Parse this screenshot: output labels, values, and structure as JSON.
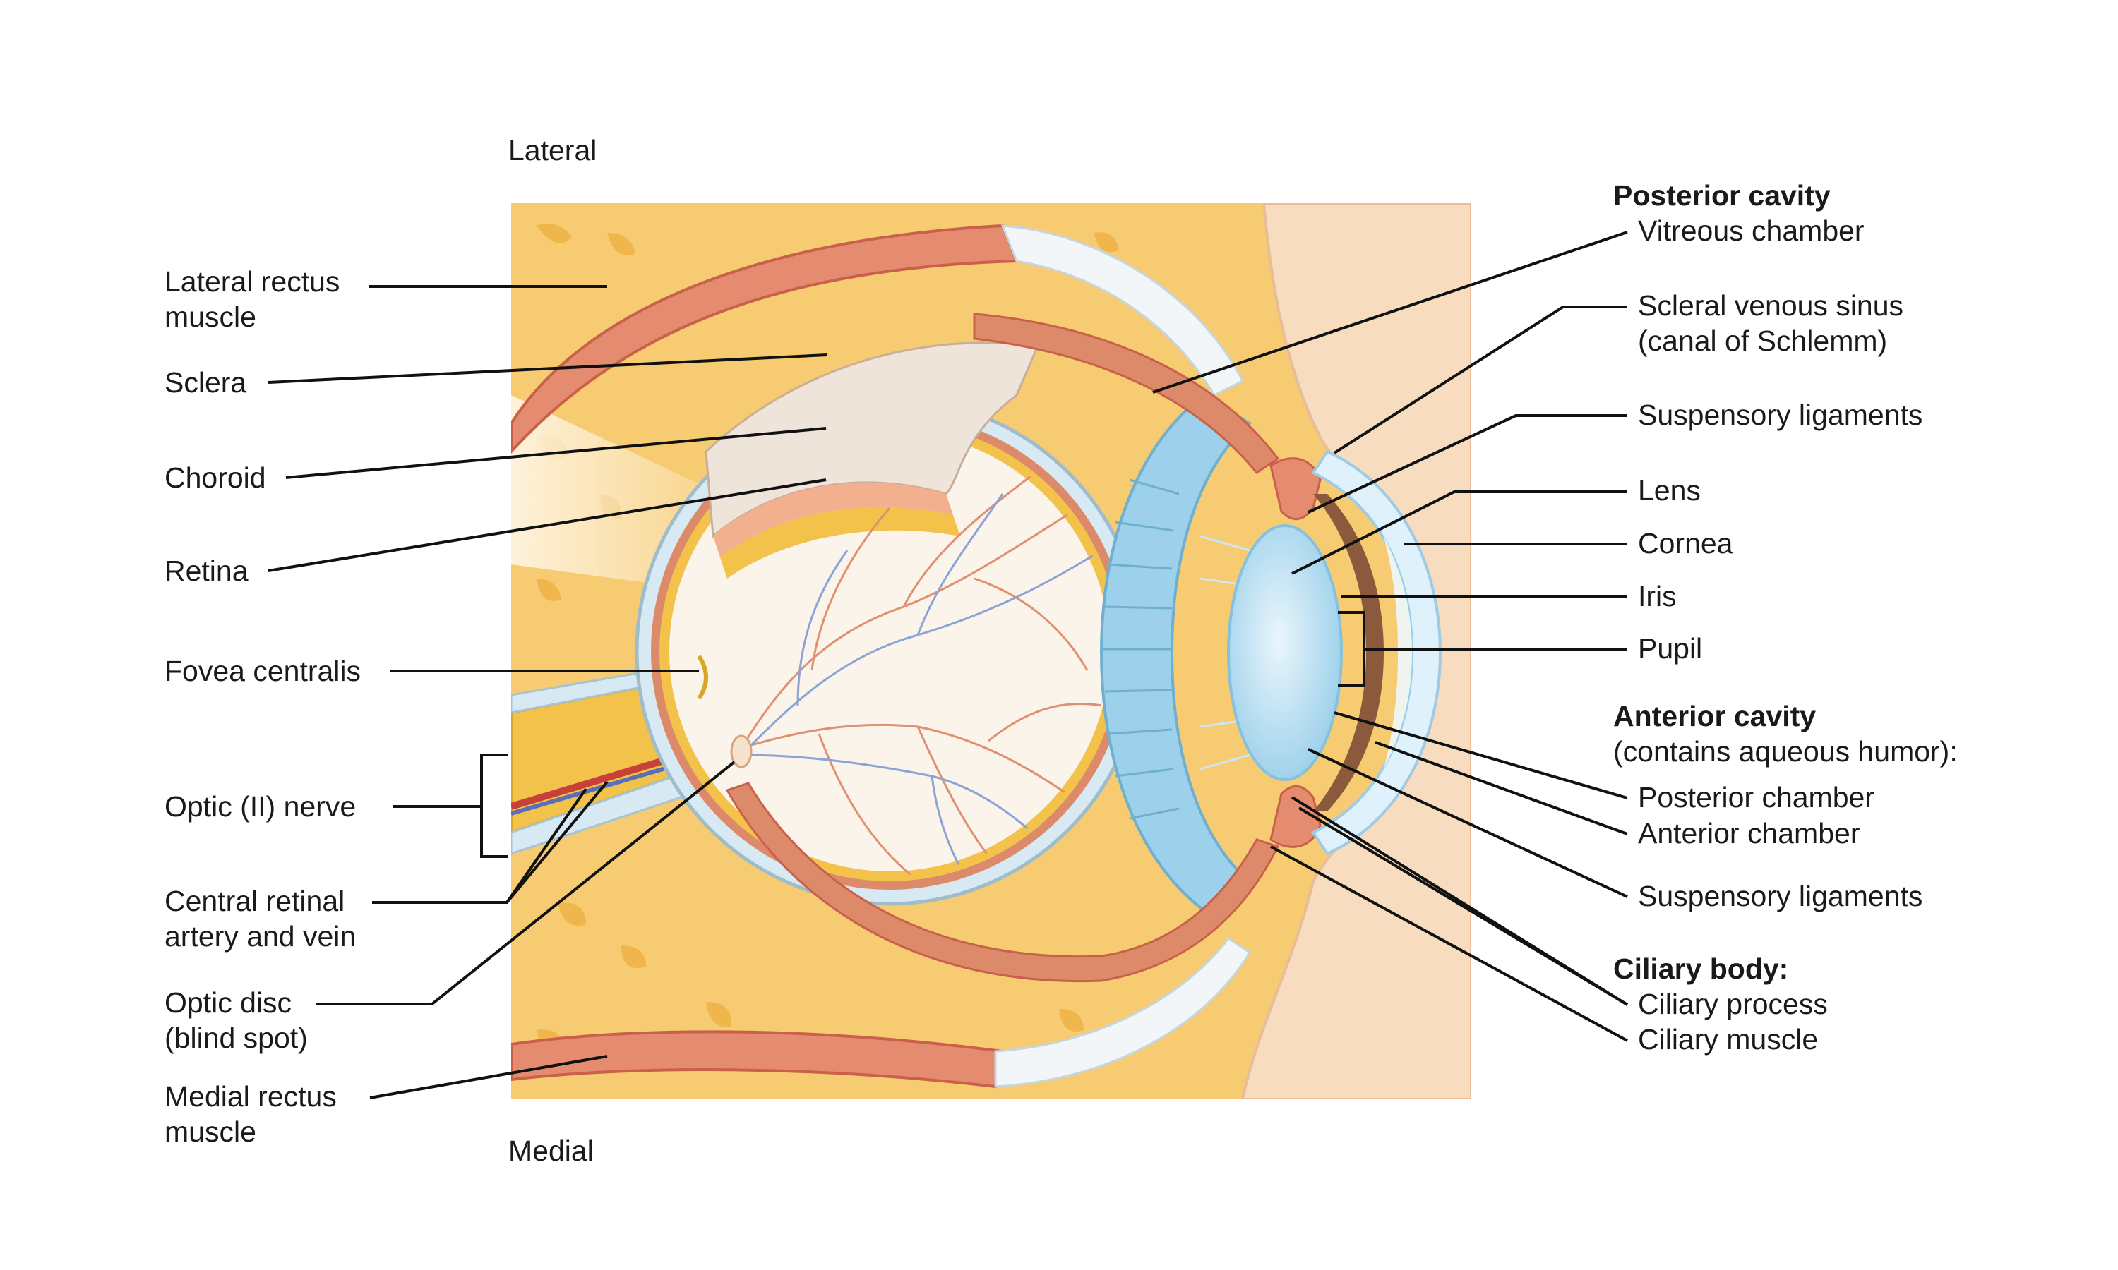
{
  "orientation": {
    "top": "Lateral",
    "bottom": "Medial"
  },
  "left_labels": {
    "lateral_rectus": [
      "Lateral rectus",
      "muscle"
    ],
    "sclera": "Sclera",
    "choroid": "Choroid",
    "retina": "Retina",
    "fovea": "Fovea centralis",
    "optic_nerve": "Optic (II) nerve",
    "central_retinal": [
      "Central retinal",
      "artery and vein"
    ],
    "optic_disc": [
      "Optic disc",
      "(blind spot)"
    ],
    "medial_rectus": [
      "Medial rectus",
      "muscle"
    ]
  },
  "right_labels": {
    "posterior_cavity": {
      "heading": "Posterior cavity",
      "vitreous": "Vitreous chamber"
    },
    "scleral_sinus": [
      "Scleral venous sinus",
      "(canal of Schlemm)"
    ],
    "suspensory_upper": "Suspensory ligaments",
    "lens": "Lens",
    "cornea": "Cornea",
    "iris": "Iris",
    "pupil": "Pupil",
    "anterior_cavity": {
      "heading": "Anterior cavity",
      "note": "(contains aqueous humor):",
      "posterior_chamber": "Posterior chamber",
      "anterior_chamber": "Anterior chamber"
    },
    "suspensory_lower": "Suspensory ligaments",
    "ciliary_body": {
      "heading": "Ciliary body:",
      "process": "Ciliary process",
      "muscle": "Ciliary muscle"
    }
  },
  "colors": {
    "orbital_fat": "#F6CB72",
    "fat_lobule": "#EDAF3F",
    "muscle": "#E58B70",
    "muscle_dark": "#C9614A",
    "sclera": "#D7E9F2",
    "choroid": "#DD8A6A",
    "retina": "#F2C24A",
    "vitreous": "#FBF4EA",
    "ciliary": "#9DD0EA",
    "lens": "#C9E8F6",
    "cornea": "#DFF1FA",
    "iris": "#8B5A3C",
    "skin": "#F7DCC0",
    "artery": "#E09070",
    "vein": "#8CA3D6"
  }
}
